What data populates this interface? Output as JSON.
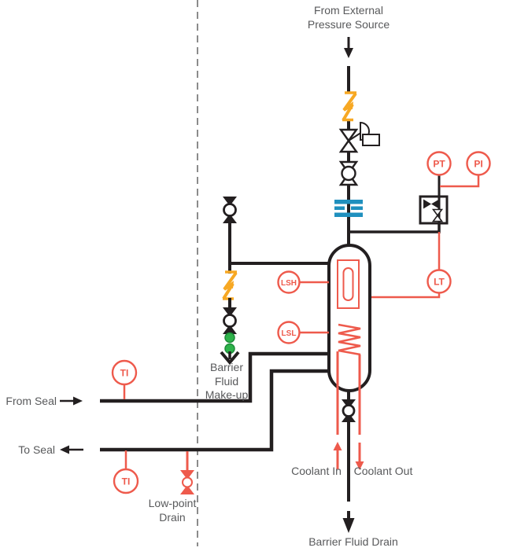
{
  "diagram": {
    "type": "piping-and-instrumentation-diagram",
    "subject": "Seal support system with barrier fluid seal pot, external pressure source, coolant coil and instrumentation"
  },
  "colors": {
    "process_line_black": "#231f20",
    "instrument_red": "#ee5a4c",
    "flex_connector_orange": "#f7a823",
    "union_blue": "#2090be",
    "coupling_green": "#2eb34a",
    "label_gray": "#58595b",
    "boundary_gray": "#8b8b8b"
  },
  "labels": {
    "external_source_line1": "From External",
    "external_source_line2": "Pressure Source",
    "from_seal": "From Seal",
    "to_seal": "To Seal",
    "barrier_makeup_line1": "Barrier",
    "barrier_makeup_line2": "Fluid",
    "barrier_makeup_line3": "Make-up",
    "low_point_drain_line1": "Low-point",
    "low_point_drain_line2": "Drain",
    "coolant_in": "Coolant In",
    "coolant_out": "Coolant Out",
    "barrier_fluid_drain": "Barrier Fluid Drain"
  },
  "instruments": {
    "pt": "PT",
    "pi": "PI",
    "lt": "LT",
    "lsh": "LSH",
    "lsl": "LSL",
    "ti_from_seal": "TI",
    "ti_to_seal": "TI"
  }
}
